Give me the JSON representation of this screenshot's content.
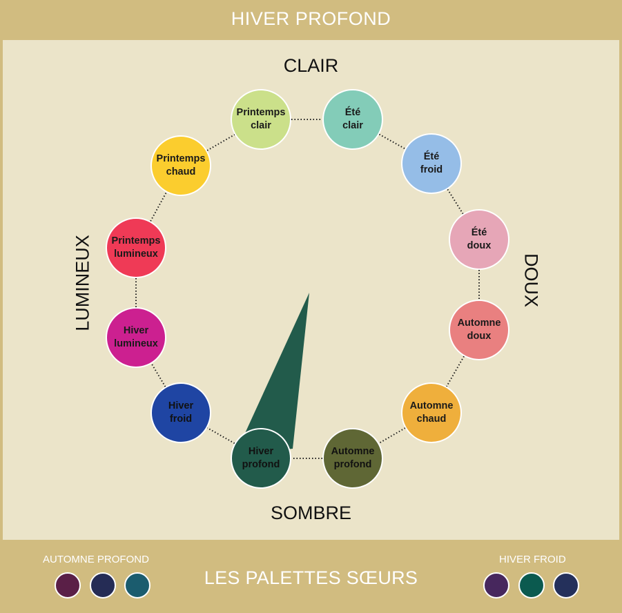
{
  "header": {
    "title": "HIVER PROFOND"
  },
  "directions": {
    "top": "CLAIR",
    "bottom": "SOMBRE",
    "left": "LUMINEUX",
    "right": "DOUX"
  },
  "wheel": {
    "selected": "Hiver profond",
    "pointer_color": "#225b4b",
    "seasons": [
      {
        "label": "Printemps\nclair",
        "color": "#cbe08a",
        "text_color": "#1a1a1a"
      },
      {
        "label": "Été\nclair",
        "color": "#83ccb8",
        "text_color": "#1a1a1a"
      },
      {
        "label": "Été\nfroid",
        "color": "#95bde7",
        "text_color": "#1a1a1a"
      },
      {
        "label": "Été\ndoux",
        "color": "#e6a6b7",
        "text_color": "#1a1a1a"
      },
      {
        "label": "Automne\ndoux",
        "color": "#e98080",
        "text_color": "#1a1a1a"
      },
      {
        "label": "Automne\nchaud",
        "color": "#efaf3c",
        "text_color": "#1a1a1a"
      },
      {
        "label": "Automne\nprofond",
        "color": "#5f6735",
        "text_color": "#111111"
      },
      {
        "label": "Hiver\nprofond",
        "color": "#225b4b",
        "text_color": "#111111"
      },
      {
        "label": "Hiver\nfroid",
        "color": "#1f45a3",
        "text_color": "#111111"
      },
      {
        "label": "Hiver\nlumineux",
        "color": "#cc2090",
        "text_color": "#1a1a1a"
      },
      {
        "label": "Printemps\nlumineux",
        "color": "#ef3a56",
        "text_color": "#1a1a1a"
      },
      {
        "label": "Printemps\nchaud",
        "color": "#fbcd2e",
        "text_color": "#1a1a1a"
      }
    ]
  },
  "sisters": {
    "title": "LES PALETTES SŒURS",
    "left": {
      "label": "AUTOMNE PROFOND",
      "colors": [
        "#5a1f47",
        "#252c55",
        "#1b5c6e"
      ]
    },
    "right": {
      "label": "HIVER FROID",
      "colors": [
        "#47275d",
        "#0b5a4f",
        "#24305b"
      ]
    }
  }
}
